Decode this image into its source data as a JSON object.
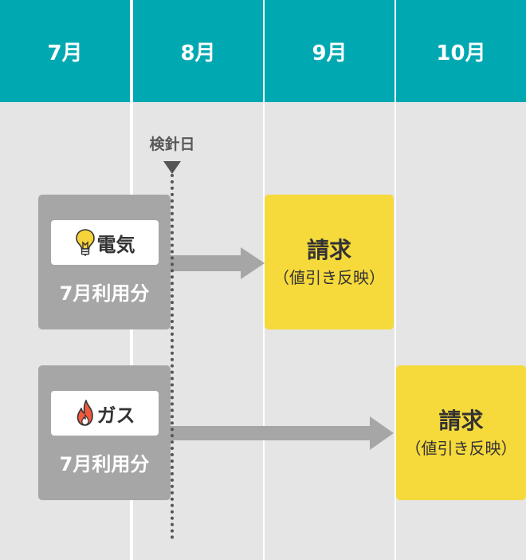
{
  "months": [
    "7月",
    "8月",
    "9月",
    "10月"
  ],
  "meter_reading_label": "検針日",
  "rows": [
    {
      "utility": "電気",
      "icon": "lightbulb-icon",
      "usage_label": "7月利用分",
      "bill_title": "請求",
      "bill_note": "（値引き反映）"
    },
    {
      "utility": "ガス",
      "icon": "flame-icon",
      "usage_label": "7月利用分",
      "bill_title": "請求",
      "bill_note": "（値引き反映）"
    }
  ],
  "colors": {
    "header": "#00a8b2",
    "column_body": "#e5e5e5",
    "usage_box": "#a6a6a6",
    "bill_box": "#f6d93b",
    "arrow": "#a6a6a6",
    "meter_line": "#555555"
  }
}
